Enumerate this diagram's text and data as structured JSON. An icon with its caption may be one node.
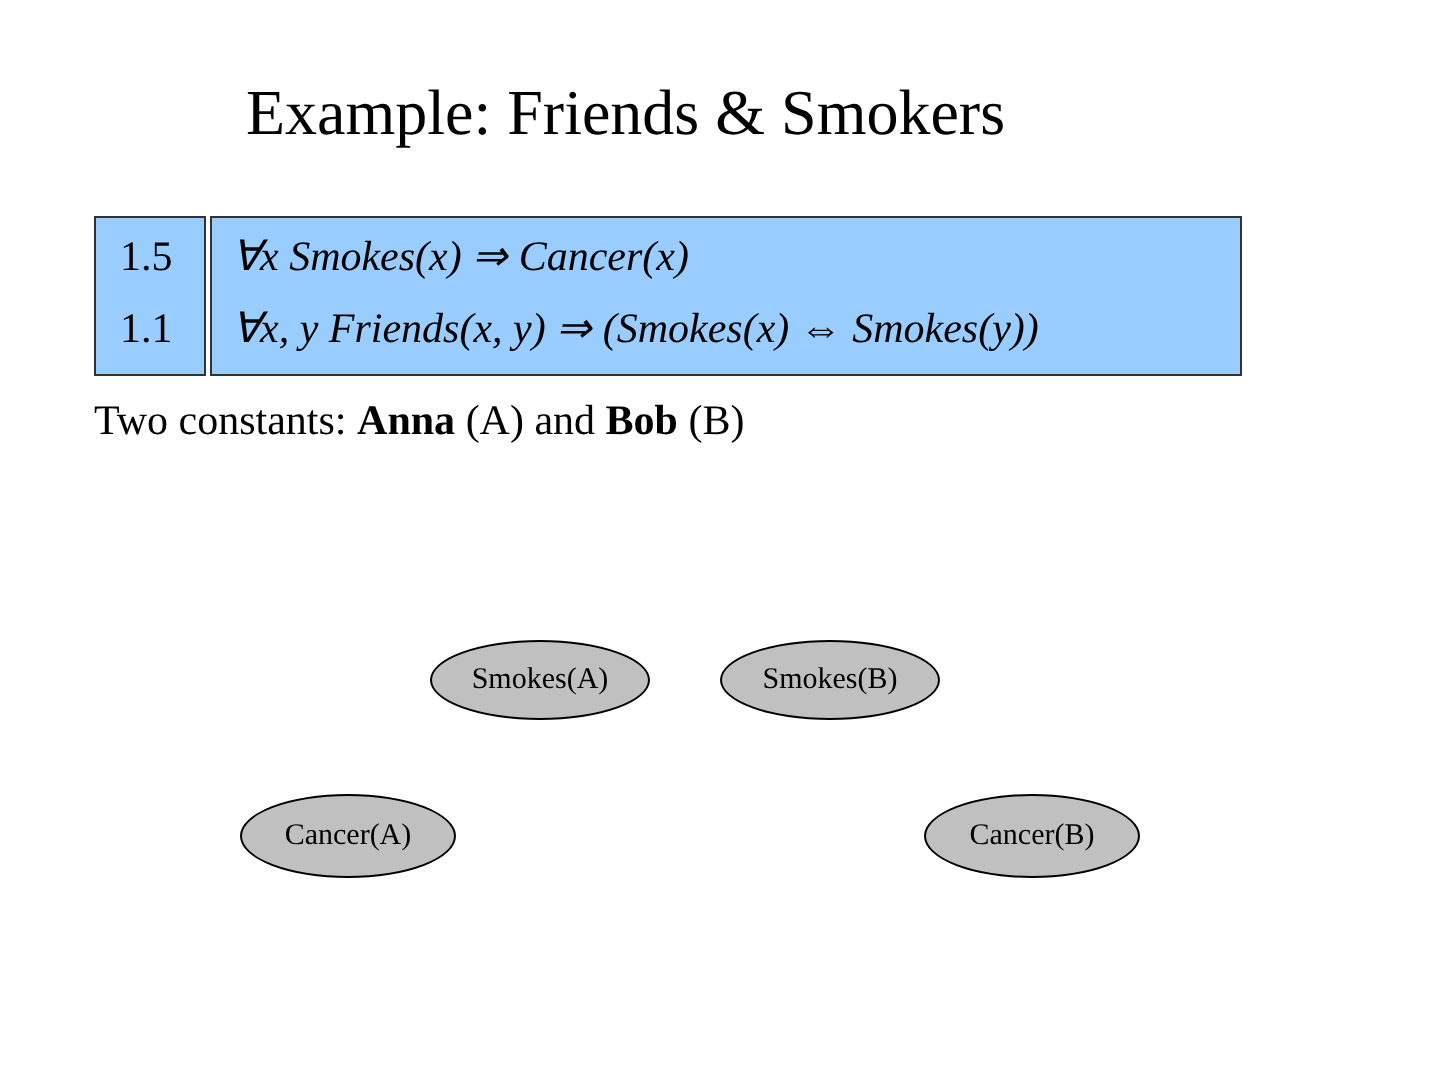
{
  "diagram": {
    "title": "Example: Friends & Smokers",
    "nodes": [
      {
        "text": [
          "Smokes(A)"
        ]
      },
      {
        "text": [
          "Smokes(B)"
        ]
      },
      {
        "text": [
          "Cancer(A)"
        ]
      },
      {
        "text": [
          "Cancer(B)"
        ]
      }
    ],
    "labels": [
      "1.5",
      "∀x Smokes(x) ⇒ Cancer(x)",
      "1.1",
      "∀x, y Friends(x, y) ⇒ (Smokes(x) ⇔ Smokes(y))",
      "Two constants: **Anna** (A) and **Bob** (B)"
    ]
  }
}
